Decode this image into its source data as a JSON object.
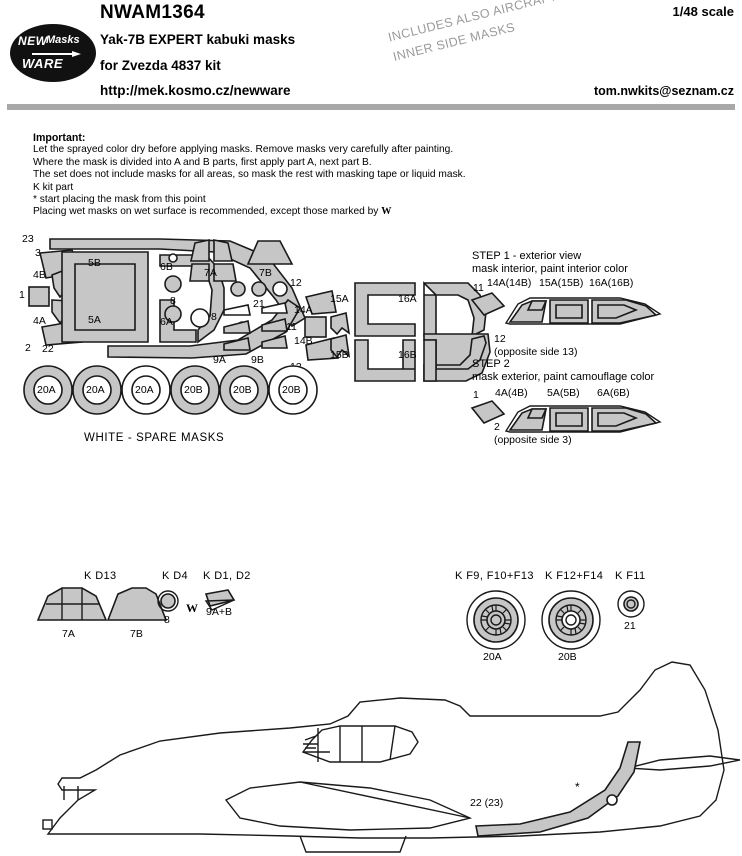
{
  "header": {
    "product_code": "NWAM1364",
    "scale": "1/48 scale",
    "title_line1": "Yak-7B EXPERT kabuki masks",
    "title_line2": "for Zvezda 4837 kit",
    "url": "http://mek.kosmo.cz/newware",
    "email": "tom.nwkits@seznam.cz",
    "logo": {
      "new": "NEW",
      "masks": "Masks",
      "ware": "WARE"
    },
    "watermark_line1": "INCLUDES ALSO AIRCRAFT CANOPY",
    "watermark_line2": "INNER SIDE MASKS"
  },
  "important": {
    "heading": "Important:",
    "lines": [
      "Let the sprayed color dry before applying masks. Remove masks very carefully after painting.",
      "Where the mask is divided into A and B parts, first apply part A, next part B.",
      "The set does not include masks for all areas, so mask the rest with masking tape or liquid mask.",
      "K kit part",
      "* start placing the mask from this point",
      "Placing wet masks on wet surface is recommended, except those marked by"
    ],
    "wet_symbol": "W"
  },
  "sheet_labels": {
    "left": [
      "23",
      "3",
      "4B",
      "1",
      "4A",
      "2",
      "22"
    ],
    "canopy": [
      "5B",
      "5A",
      "6B",
      "6A",
      "8",
      "8",
      "8"
    ],
    "top_small": [
      "7A",
      "7B"
    ],
    "dots": "21",
    "wedges": [
      "9A",
      "9B"
    ],
    "mid": [
      "12",
      "14A",
      "11",
      "14B",
      "13"
    ],
    "frames": [
      "15A",
      "16A",
      "15B",
      "16B"
    ]
  },
  "wheels_row": {
    "items": [
      "20A",
      "20A",
      "20A",
      "20B",
      "20B",
      "20B"
    ],
    "caption": "WHITE - SPARE MASKS"
  },
  "step1": {
    "title": "STEP 1 - exterior view",
    "subtitle": "mask interior, paint interior color",
    "top_labels": [
      "11",
      "14A(14B)",
      "15A(15B)",
      "16A(16B)"
    ],
    "bottom_label": "12",
    "note": "(opposite side 13)"
  },
  "step2": {
    "title": "STEP 2",
    "subtitle": "mask exterior, paint camouflage color",
    "top_labels": [
      "1",
      "4A(4B)",
      "5A(5B)",
      "6A(6B)"
    ],
    "bottom_label": "2",
    "note": "(opposite side 3)"
  },
  "parts_left": {
    "groups": [
      {
        "kit": "K D13",
        "parts": [
          "7A",
          "7B"
        ]
      },
      {
        "kit": "K D4",
        "parts": [
          "8"
        ]
      },
      {
        "kit": "K D1, D2",
        "parts": [
          "9A+B"
        ]
      }
    ],
    "wet_symbol": "W"
  },
  "parts_right": {
    "groups": [
      {
        "kit": "K F9, F10+F13",
        "part": "20A"
      },
      {
        "kit": "K F12+F14",
        "part": "20B"
      },
      {
        "kit": "K F11",
        "part": "21"
      }
    ]
  },
  "aircraft": {
    "label": "22 (23)",
    "start_marker": "*"
  },
  "colors": {
    "mask_gray": "#c6c6c6",
    "outline": "#1a1a1a",
    "rule_bar": "#a8a8a8",
    "watermark": "#9a9a9a"
  }
}
